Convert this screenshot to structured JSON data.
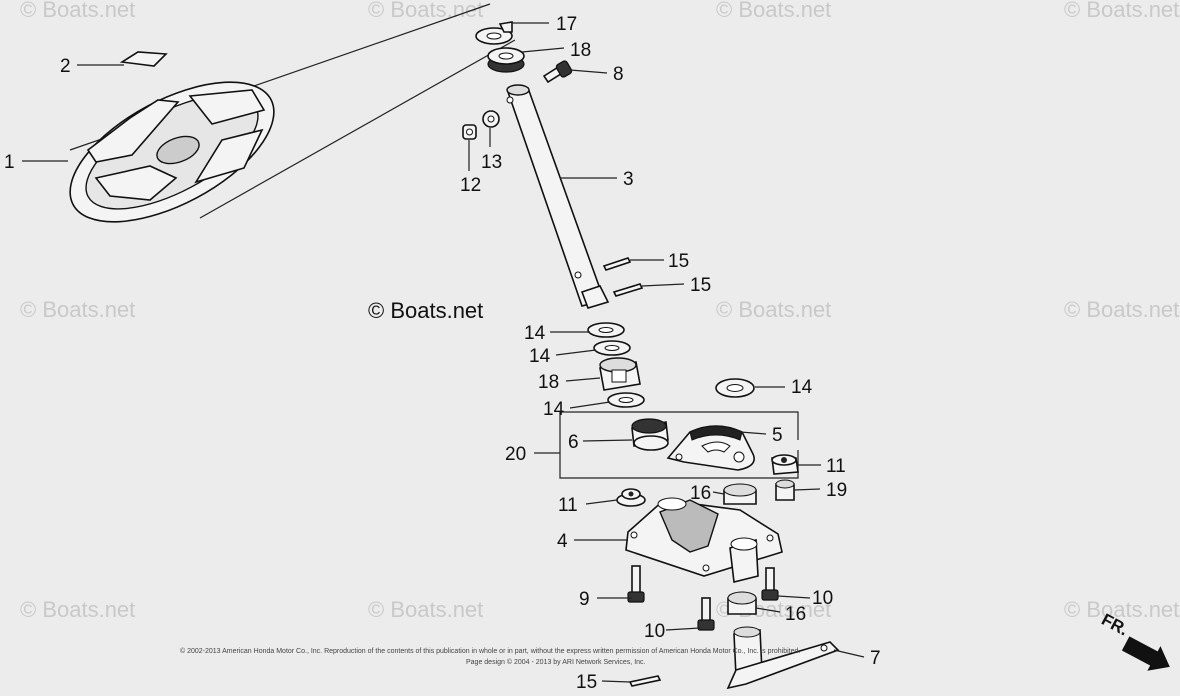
{
  "watermark": "© Boats.net",
  "brand_label": "© Boats.net",
  "orientation_label": "FR.",
  "copyright_lines": [
    "© 2002-2013 American Honda Motor Co., Inc. Reproduction of the contents of this publication in whole or in part, without the express written permission of American Honda Motor Co., Inc. is prohibited.",
    "Page design © 2004 - 2013 by ARI Network Services, Inc."
  ],
  "callouts": {
    "c1": "1",
    "c2": "2",
    "c3": "3",
    "c4": "4",
    "c5": "5",
    "c6": "6",
    "c7": "7",
    "c8": "8",
    "c9": "9",
    "c10a": "10",
    "c10b": "10",
    "c11a": "11",
    "c11b": "11",
    "c12": "12",
    "c13": "13",
    "c14a": "14",
    "c14b": "14",
    "c14c": "14",
    "c14d": "14",
    "c15a": "15",
    "c15b": "15",
    "c15c": "15",
    "c16a": "16",
    "c16b": "16",
    "c17": "17",
    "c18a": "18",
    "c18b": "18",
    "c19": "19",
    "c20": "20"
  }
}
